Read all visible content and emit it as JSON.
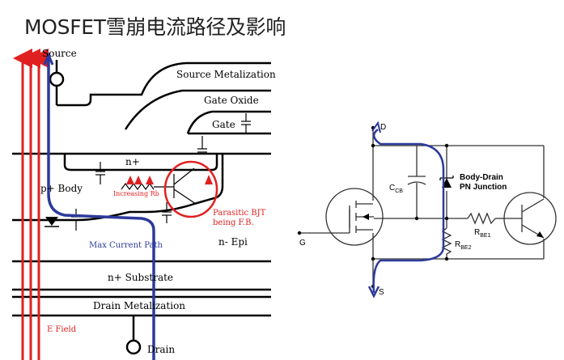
{
  "title": "MOSFET雪崩电流路径及影响",
  "cross_section": {
    "source": "Source",
    "source_metal": "Source Metalization",
    "gate_oxide": "Gate Oxide",
    "gate": "Gate",
    "n_plus": "n+",
    "p_body": "p+ Body",
    "increasing_rb": "Increasing Rb",
    "parasitic_bjt_1": "Parasitic BJT",
    "parasitic_bjt_2": "being F.B.",
    "max_current": "Max Current Path",
    "n_epi": "n-  Epi",
    "n_substrate": "n+ Substrate",
    "drain_metal": "Drain Metalization",
    "e_field": "E Field",
    "drain": "Drain"
  },
  "circuit": {
    "d": "D",
    "g": "G",
    "s": "S",
    "ccb_main": "C",
    "ccb_sub": "CB",
    "body_drain_1": "Body-Drain",
    "body_drain_2": "PN Junction",
    "rbe1_main": "R",
    "rbe1_sub": "BE1",
    "rbe2_main": "R",
    "rbe2_sub": "BE2"
  },
  "colors": {
    "efield": "#e02020",
    "current_path": "#2d3a9a",
    "bjt_circle": "#e02020"
  }
}
